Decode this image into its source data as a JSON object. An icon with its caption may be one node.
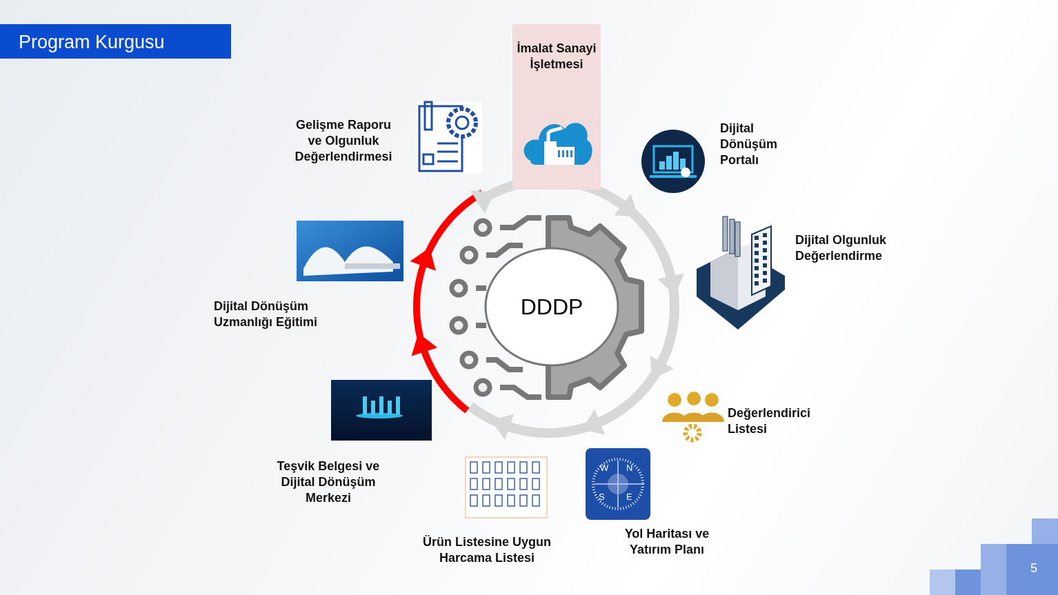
{
  "diagram": {
    "title": "Program Kurgusu",
    "nodes": [
      {
        "text": [
          "İmalat Sanayi İşletmesi"
        ]
      },
      {
        "text": [],
        "shape": "picture",
        "beside": [
          "Dijital Dönüşüm Portalı"
        ]
      },
      {
        "text": [],
        "shape": "picture",
        "beside": [
          "Dijital Olgunluk Değerlendirme"
        ]
      },
      {
        "text": [],
        "shape": "picture",
        "beside": [
          "Değerlendirici Listesi"
        ]
      },
      {
        "text": [],
        "shape": "picture",
        "beside": [
          "Yol Haritası ve Yatırım Planı"
        ]
      },
      {
        "text": [],
        "shape": "picture",
        "beside": [
          "Ürün Listesine Uygun Harcama Listesi"
        ]
      },
      {
        "text": [],
        "shape": "picture",
        "beside": [
          "Teşvik Belgesi ve Dijital Dönüşüm Merkezi"
        ]
      },
      {
        "text": [],
        "shape": "picture",
        "beside": [
          "Dijital Dönüşüm Uzmanlığı Eğitimi"
        ]
      },
      {
        "text": [],
        "shape": "picture",
        "beside": [
          "Gelişme Raporu ve Olgunluk Değerlendirmesi"
        ]
      },
      {
        "text": [
          "DDDP"
        ]
      }
    ],
    "labels": [
      "W",
      "N",
      "S",
      "E",
      "5"
    ]
  }
}
